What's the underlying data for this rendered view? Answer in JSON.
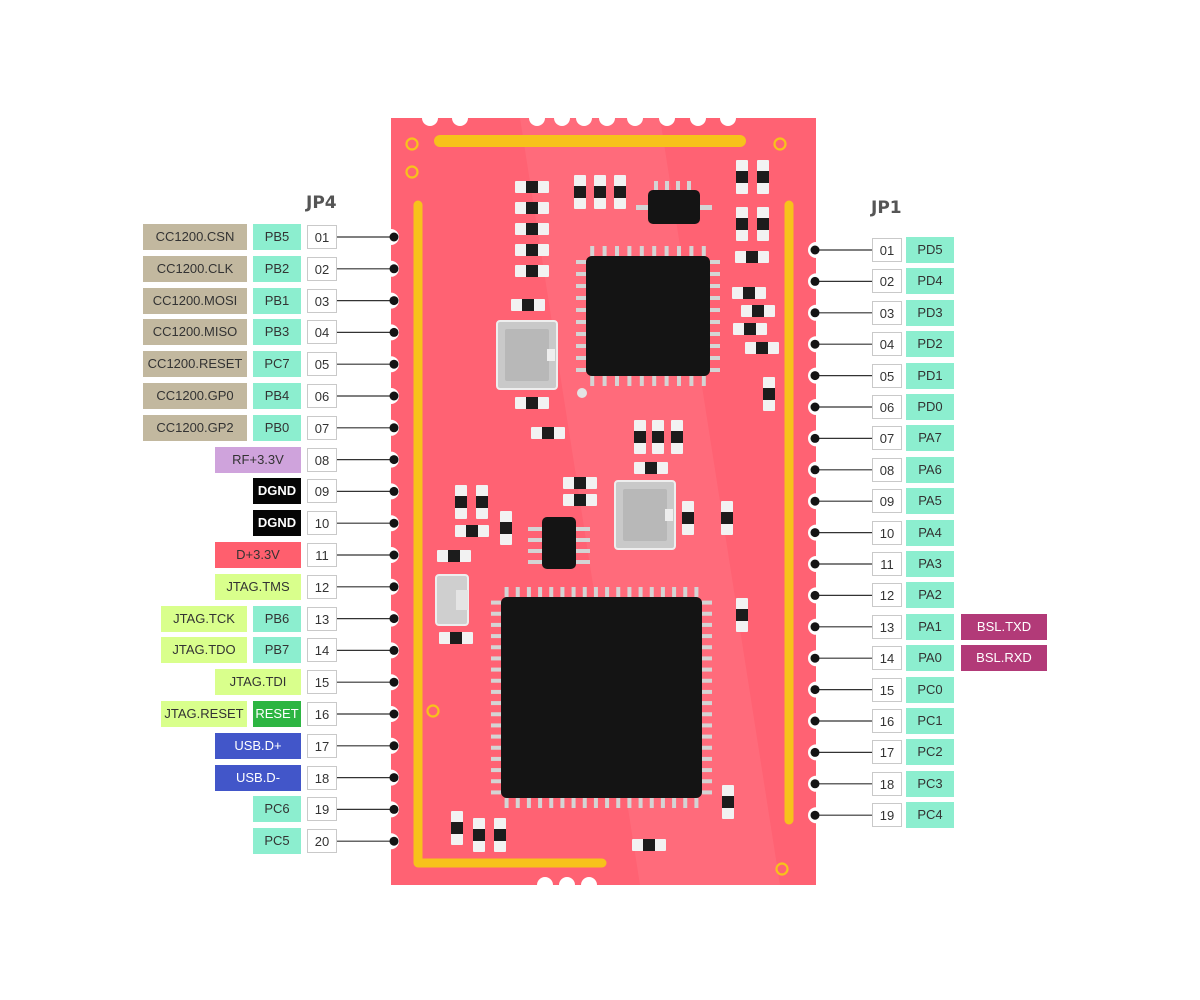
{
  "headers": {
    "left": "JP4",
    "right": "JP1"
  },
  "colors": {
    "board": "#ff6273",
    "board_light": "#ff7785",
    "trace": "#f7c21b",
    "chip": "#141414",
    "pad": "#d4d4d4",
    "cc1200": "#c2b89f",
    "port": "#8ceecf",
    "rf_power": "#cfa3dc",
    "ground": "#050505",
    "digital_power": "#ff5f6e",
    "jtag": "#d9ff8c",
    "reset": "#2db542",
    "usb": "#4256c9",
    "bsl": "#b23a78"
  },
  "left_pins": [
    {
      "num": "01",
      "labels": [
        {
          "text": "CC1200.CSN",
          "kind": "cc1200"
        },
        {
          "text": "PB5",
          "kind": "port"
        }
      ]
    },
    {
      "num": "02",
      "labels": [
        {
          "text": "CC1200.CLK",
          "kind": "cc1200"
        },
        {
          "text": "PB2",
          "kind": "port"
        }
      ]
    },
    {
      "num": "03",
      "labels": [
        {
          "text": "CC1200.MOSI",
          "kind": "cc1200"
        },
        {
          "text": "PB1",
          "kind": "port"
        }
      ]
    },
    {
      "num": "04",
      "labels": [
        {
          "text": "CC1200.MISO",
          "kind": "cc1200"
        },
        {
          "text": "PB3",
          "kind": "port"
        }
      ]
    },
    {
      "num": "05",
      "labels": [
        {
          "text": "CC1200.RESET",
          "kind": "cc1200"
        },
        {
          "text": "PC7",
          "kind": "port"
        }
      ]
    },
    {
      "num": "06",
      "labels": [
        {
          "text": "CC1200.GP0",
          "kind": "cc1200"
        },
        {
          "text": "PB4",
          "kind": "port"
        }
      ]
    },
    {
      "num": "07",
      "labels": [
        {
          "text": "CC1200.GP2",
          "kind": "cc1200"
        },
        {
          "text": "PB0",
          "kind": "port"
        }
      ]
    },
    {
      "num": "08",
      "labels": [
        {
          "text": "RF+3.3V",
          "kind": "rf_power"
        }
      ]
    },
    {
      "num": "09",
      "labels": [
        {
          "text": "DGND",
          "kind": "ground"
        }
      ]
    },
    {
      "num": "10",
      "labels": [
        {
          "text": "DGND",
          "kind": "ground"
        }
      ]
    },
    {
      "num": "11",
      "labels": [
        {
          "text": "D+3.3V",
          "kind": "digital_power"
        }
      ]
    },
    {
      "num": "12",
      "labels": [
        {
          "text": "JTAG.TMS",
          "kind": "jtag"
        }
      ]
    },
    {
      "num": "13",
      "labels": [
        {
          "text": "JTAG.TCK",
          "kind": "jtag"
        },
        {
          "text": "PB6",
          "kind": "port"
        }
      ]
    },
    {
      "num": "14",
      "labels": [
        {
          "text": "JTAG.TDO",
          "kind": "jtag"
        },
        {
          "text": "PB7",
          "kind": "port"
        }
      ]
    },
    {
      "num": "15",
      "labels": [
        {
          "text": "JTAG.TDI",
          "kind": "jtag"
        }
      ]
    },
    {
      "num": "16",
      "labels": [
        {
          "text": "JTAG.RESET",
          "kind": "jtag"
        },
        {
          "text": "RESET",
          "kind": "reset"
        }
      ]
    },
    {
      "num": "17",
      "labels": [
        {
          "text": "USB.D+",
          "kind": "usb"
        }
      ]
    },
    {
      "num": "18",
      "labels": [
        {
          "text": "USB.D-",
          "kind": "usb"
        }
      ]
    },
    {
      "num": "19",
      "labels": [
        {
          "text": "PC6",
          "kind": "port"
        }
      ]
    },
    {
      "num": "20",
      "labels": [
        {
          "text": "PC5",
          "kind": "port"
        }
      ]
    }
  ],
  "right_pins": [
    {
      "num": "01",
      "labels": [
        {
          "text": "PD5",
          "kind": "port"
        }
      ]
    },
    {
      "num": "02",
      "labels": [
        {
          "text": "PD4",
          "kind": "port"
        }
      ]
    },
    {
      "num": "03",
      "labels": [
        {
          "text": "PD3",
          "kind": "port"
        }
      ]
    },
    {
      "num": "04",
      "labels": [
        {
          "text": "PD2",
          "kind": "port"
        }
      ]
    },
    {
      "num": "05",
      "labels": [
        {
          "text": "PD1",
          "kind": "port"
        }
      ]
    },
    {
      "num": "06",
      "labels": [
        {
          "text": "PD0",
          "kind": "port"
        }
      ]
    },
    {
      "num": "07",
      "labels": [
        {
          "text": "PA7",
          "kind": "port"
        }
      ]
    },
    {
      "num": "08",
      "labels": [
        {
          "text": "PA6",
          "kind": "port"
        }
      ]
    },
    {
      "num": "09",
      "labels": [
        {
          "text": "PA5",
          "kind": "port"
        }
      ]
    },
    {
      "num": "10",
      "labels": [
        {
          "text": "PA4",
          "kind": "port"
        }
      ]
    },
    {
      "num": "11",
      "labels": [
        {
          "text": "PA3",
          "kind": "port"
        }
      ]
    },
    {
      "num": "12",
      "labels": [
        {
          "text": "PA2",
          "kind": "port"
        }
      ]
    },
    {
      "num": "13",
      "labels": [
        {
          "text": "PA1",
          "kind": "port"
        },
        {
          "text": "BSL.TXD",
          "kind": "bsl"
        }
      ]
    },
    {
      "num": "14",
      "labels": [
        {
          "text": "PA0",
          "kind": "port"
        },
        {
          "text": "BSL.RXD",
          "kind": "bsl"
        }
      ]
    },
    {
      "num": "15",
      "labels": [
        {
          "text": "PC0",
          "kind": "port"
        }
      ]
    },
    {
      "num": "16",
      "labels": [
        {
          "text": "PC1",
          "kind": "port"
        }
      ]
    },
    {
      "num": "17",
      "labels": [
        {
          "text": "PC2",
          "kind": "port"
        }
      ]
    },
    {
      "num": "18",
      "labels": [
        {
          "text": "PC3",
          "kind": "port"
        }
      ]
    },
    {
      "num": "19",
      "labels": [
        {
          "text": "PC4",
          "kind": "port"
        }
      ]
    }
  ]
}
